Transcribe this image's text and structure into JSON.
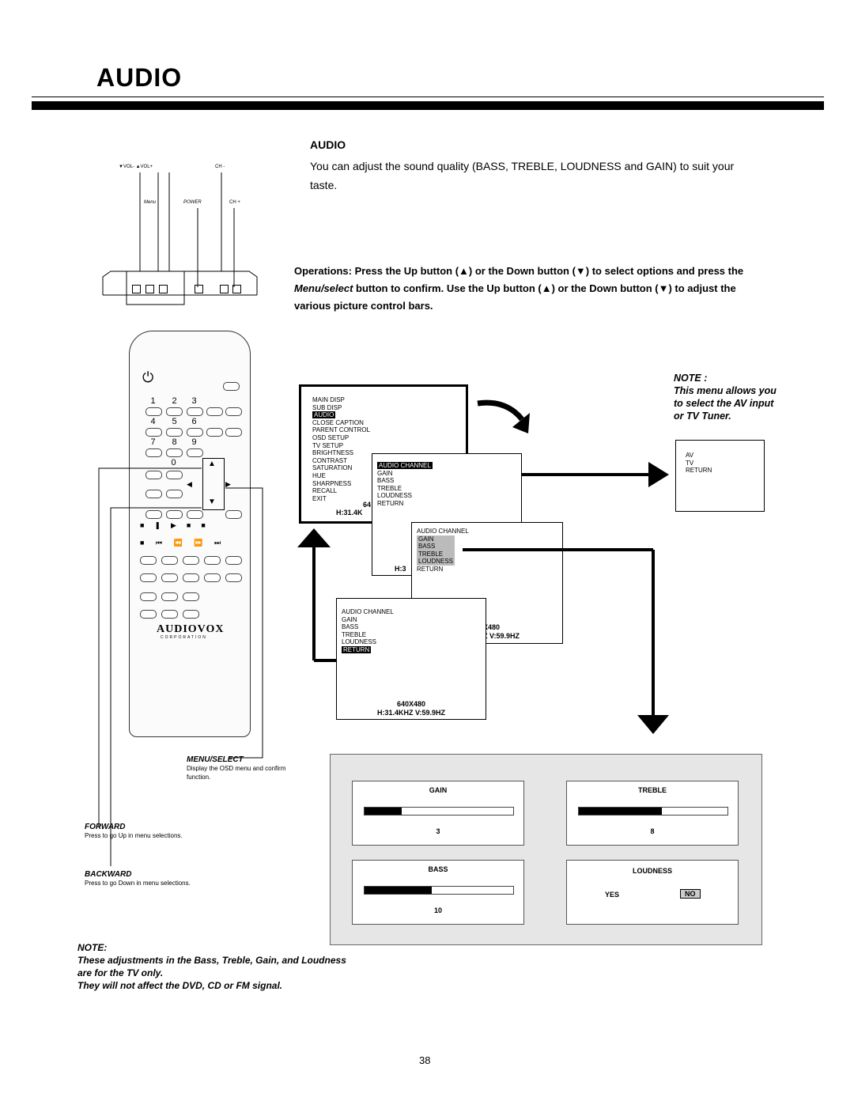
{
  "page": {
    "title": "AUDIO",
    "section_heading": "AUDIO",
    "intro": "You can adjust the sound quality (BASS, TREBLE, LOUDNESS and GAIN) to suit your taste.",
    "operations": {
      "lead": "Operations:",
      "p1": " Press the Up button (▲) or the Down button (▼) to select options and press the ",
      "menu": "Menu/select",
      "p2": " button to confirm. Use the Up button (▲) or the Down button (▼) to adjust the various picture control bars."
    },
    "page_number": "38"
  },
  "tv_panel": {
    "labels": [
      "▼VOL- ▲VOL+",
      "CH -",
      "Menu",
      "POWER",
      "CH +"
    ]
  },
  "remote": {
    "brand": "AUDIOVOX",
    "brand_sub": "CORPORATION",
    "numbers": [
      "1",
      "2",
      "3",
      "4",
      "5",
      "6",
      "7",
      "8",
      "9",
      "0"
    ],
    "menu_select_caption": {
      "title": "MENU/SELECT",
      "text": "Display the OSD menu and confirm function."
    },
    "forward_caption": {
      "title": "FORWARD",
      "text": "Press to go Up in menu selections."
    },
    "backward_caption": {
      "title": "BACKWARD",
      "text": "Press to go Down in menu selections."
    }
  },
  "osd_main_menu": {
    "items": [
      "MAIN DISP",
      "SUB DISP",
      "AUDIO",
      "CLOSE CAPTION",
      "PARENT CONTROL",
      "OSD SETUP",
      "TV SETUP",
      "BRIGHTNESS",
      "CONTRAST",
      "SATURATION",
      "HUE",
      "SHARPNESS",
      "RECALL",
      "EXIT"
    ],
    "highlighted": "AUDIO",
    "resolution_partial": "64",
    "freq_partial": "H:31.4K"
  },
  "osd_audio_1": {
    "items": [
      "AUDIO CHANNEL",
      "GAIN",
      "BASS",
      "TREBLE",
      "LOUDNESS",
      "RETURN"
    ],
    "highlighted": "AUDIO CHANNEL",
    "freq_partial": "H:3"
  },
  "osd_audio_2": {
    "items": [
      "AUDIO CHANNEL",
      "GAIN",
      "BASS",
      "TREBLE",
      "LOUDNESS",
      "RETURN"
    ],
    "highlighted_range": [
      "GAIN",
      "BASS",
      "TREBLE",
      "LOUDNESS"
    ],
    "res_partial": "X480",
    "freq_partial": "Z V:59.9HZ"
  },
  "osd_audio_3": {
    "items": [
      "AUDIO CHANNEL",
      "GAIN",
      "BASS",
      "TREBLE",
      "LOUDNESS",
      "RETURN"
    ],
    "highlighted": "RETURN",
    "resolution": "640X480",
    "frequency": "H:31.4KHZ V:59.9HZ"
  },
  "note_right": {
    "title": "NOTE :",
    "text": "This menu allows you to select the AV input or TV Tuner.",
    "menu_items": [
      "AV",
      "TV",
      "RETURN"
    ]
  },
  "adjust_panel": {
    "gain": {
      "label": "GAIN",
      "value": "3",
      "level": 0.25
    },
    "treble": {
      "label": "TREBLE",
      "value": "8",
      "level": 0.56
    },
    "bass": {
      "label": "BASS",
      "value": "10",
      "level": 0.45
    },
    "loudness": {
      "label": "LOUDNESS",
      "yes": "YES",
      "no": "NO"
    }
  },
  "note_bottom": {
    "title": "NOTE:",
    "line1": "These adjustments in the Bass, Treble, Gain, and Loudness are for the TV only.",
    "line2": "They will not affect the DVD, CD or FM signal."
  }
}
